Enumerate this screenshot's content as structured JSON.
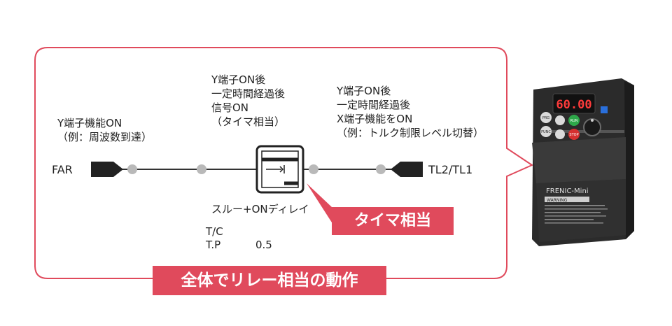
{
  "colors": {
    "accent": "#e04a5c",
    "line": "#333333",
    "node": "#b9b9b9",
    "device_body": "#2b2b2b"
  },
  "input": {
    "description": "Y端子機能ON\n（例：周波数到達）",
    "terminal": "FAR"
  },
  "timer_desc": "Y端子ON後\n一定時間経過後\n信号ON\n（タイマ相当）",
  "output_desc": "Y端子ON後\n一定時間経過後\nX端子機能をON\n（例：トルク制限レベル切替）",
  "output_terminal": "TL2/TL1",
  "block_label": "スルー+ONディレイ",
  "params": {
    "tc": "T/C",
    "tp": "T.P",
    "tp_value": "0.5"
  },
  "callout_timer": "タイマ相当",
  "callout_summary": "全体でリレー相当の動作",
  "device": {
    "display": "60.00",
    "brand": "FRENIC-Mini",
    "warning": "WARNING",
    "btn_run": "RUN",
    "btn_stop": "STOP",
    "btn_prg": "PRG",
    "btn_func": "FUNC"
  }
}
